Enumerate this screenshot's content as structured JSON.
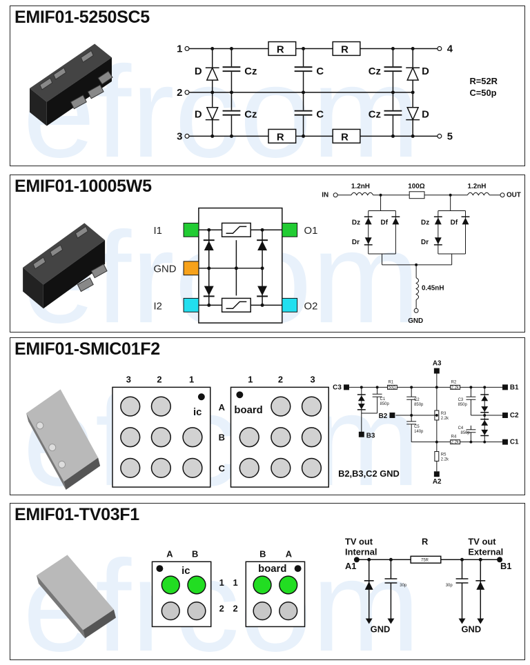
{
  "watermark": "efrcom",
  "panel1": {
    "title": "EMIF01-5250SC5",
    "pins": [
      "1",
      "2",
      "3",
      "4",
      "5"
    ],
    "resistor": "R",
    "capacitor": "C",
    "zener_cap": "Cz",
    "diode": "D",
    "params": [
      "R=52R",
      "C=50p"
    ]
  },
  "panel2": {
    "title": "EMIF01-10005W5",
    "pins": {
      "i1": "I1",
      "gnd": "GND",
      "i2": "I2",
      "o1": "O1",
      "o2": "O2"
    },
    "pin_colors": {
      "input": "#22cc33",
      "ground": "#f7a21b",
      "output": "#22dfef"
    },
    "schematic": {
      "in": "IN",
      "out": "OUT",
      "l_in": "1.2nH",
      "r": "100Ω",
      "l_out": "1.2nH",
      "dz": "Dz",
      "df": "Df",
      "dr": "Dr",
      "l_gnd": "0.45nH",
      "gnd": "GND"
    }
  },
  "panel3": {
    "title": "EMIF01-SMIC01F2",
    "ic_grid": {
      "cols": [
        "3",
        "2",
        "1"
      ],
      "label": "ic"
    },
    "board_grid": {
      "cols": [
        "1",
        "2",
        "3"
      ],
      "rows": [
        "A",
        "B",
        "C"
      ],
      "label": "board"
    },
    "schematic": {
      "nodes": [
        "A3",
        "B1",
        "C2",
        "C1",
        "A2",
        "C3",
        "B2",
        "B3"
      ],
      "r1": "R1",
      "r2": "R2",
      "r3": "R3",
      "r4": "R4",
      "r5": "R5",
      "c1": "C1",
      "c1_val": "850p",
      "c2": "C2",
      "c2_val": "850p",
      "c3": "C3",
      "c3_val": "850p",
      "c4": "C4",
      "c4_val": "850p",
      "c5": "C5",
      "c5_val": "140p",
      "r_val1": "50Ω",
      "r_val2": "2.2k",
      "r_val3": "2.2k",
      "r_val4": "2.2k",
      "r_val5": "2.2k"
    },
    "gnd_note": "B2,B3,C2 GND"
  },
  "panel4": {
    "title": "EMIF01-TV03F1",
    "ic_grid": {
      "cols": [
        "A",
        "B"
      ],
      "rows": [
        "1",
        "2"
      ],
      "label": "ic"
    },
    "board_grid": {
      "cols": [
        "B",
        "A"
      ],
      "rows": [
        "1",
        "2"
      ],
      "label": "board"
    },
    "ball_colors": {
      "active": "#22dd22",
      "idle": "#c8c8c8"
    },
    "schematic": {
      "left_label": [
        "TV out",
        "Internal"
      ],
      "right_label": [
        "TV out",
        "External"
      ],
      "r": "R",
      "r_val": "75R",
      "a1": "A1",
      "b1": "B1",
      "cap_val": "30p",
      "gnd": "GND"
    }
  }
}
